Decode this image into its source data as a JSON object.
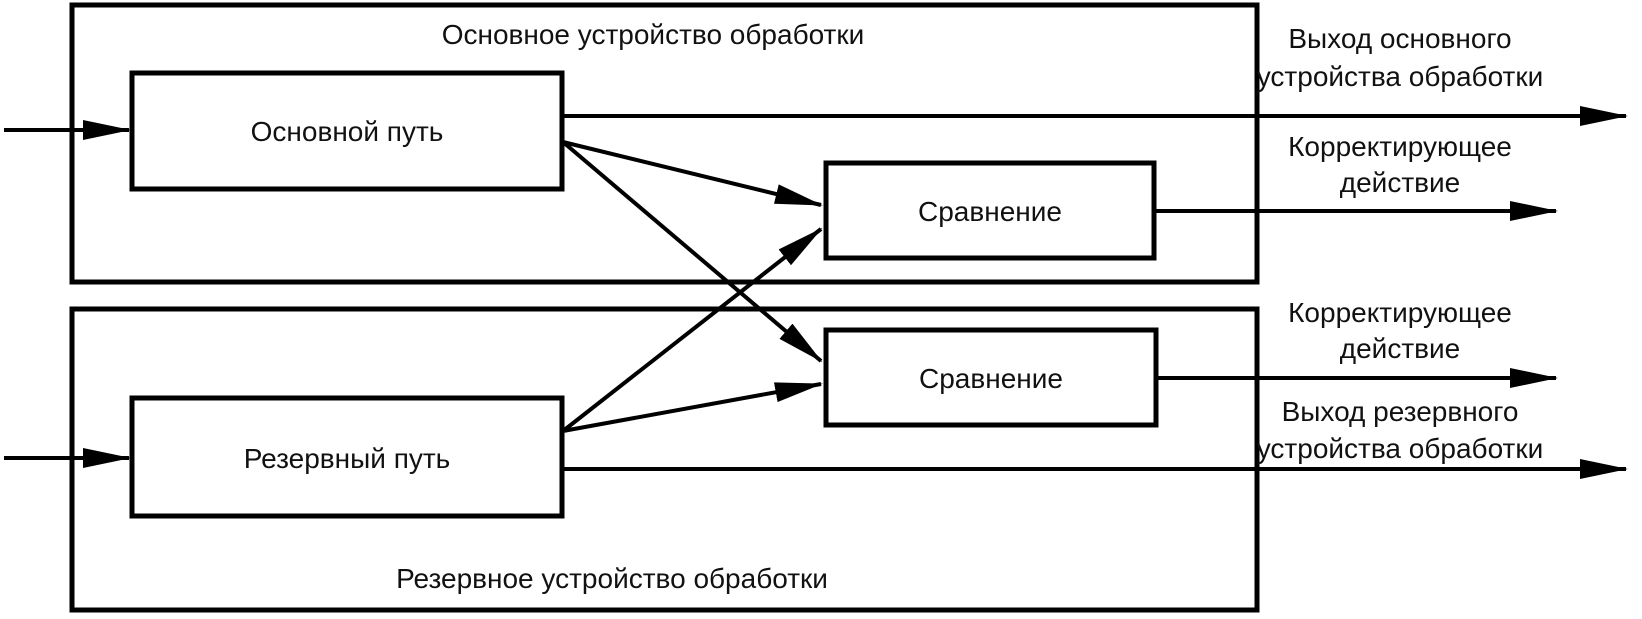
{
  "diagram": {
    "main_device": {
      "title": "Основное устройство обработки",
      "main_path_label": "Основной путь",
      "compare_label": "Сравнение"
    },
    "reserve_device": {
      "title": "Резервное устройство обработки",
      "reserve_path_label": "Резервный путь",
      "compare_label": "Сравнение"
    },
    "outputs": {
      "main_output_line1": "Выход основного",
      "main_output_line2": "устройства обработки",
      "corrective_top_line1": "Корректирующее",
      "corrective_top_line2": "действие",
      "corrective_bottom_line1": "Корректирующее",
      "corrective_bottom_line2": "действие",
      "reserve_output_line1": "Выход резервного",
      "reserve_output_line2": "устройства обработки"
    },
    "colors": {
      "line": "#000000",
      "background": "#ffffff",
      "text": "#111111"
    }
  }
}
